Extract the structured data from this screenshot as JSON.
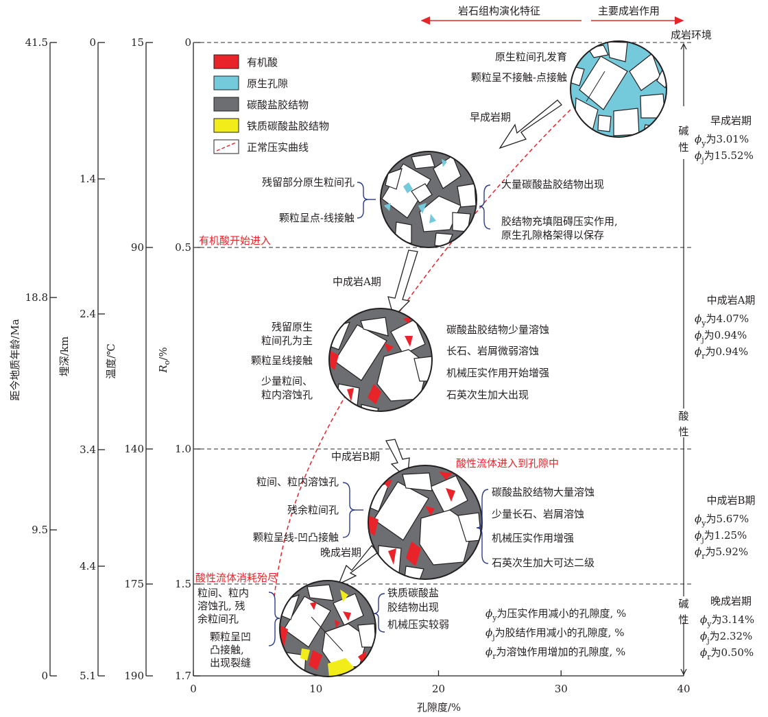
{
  "colors": {
    "organic_acid": "#e8232a",
    "primary_pore": "#74cadb",
    "carbonate_cement": "#6d6e71",
    "ferro_carbonate_cement": "#f2ec1b",
    "compaction_curve": "#e8232a",
    "brace": "#2a3a8c"
  },
  "top_header": {
    "left": "岩石组构演化特征",
    "right": "主要成岩作用",
    "env": "成岩环境"
  },
  "axes": {
    "age": {
      "label": "距今地质年龄/Ma",
      "ticks": [
        "41.5",
        "18.8",
        "9.5",
        "0"
      ]
    },
    "depth": {
      "label": "埋深/km",
      "ticks": [
        "0",
        "1.4",
        "2.4",
        "3.4",
        "4.4",
        "5.1"
      ]
    },
    "temp": {
      "label": "温度/℃",
      "ticks": [
        "15",
        "90",
        "140",
        "175",
        "190"
      ]
    },
    "ro": {
      "label_main": "R",
      "label_sub": "o",
      "label_tail": "/%",
      "ticks": [
        "0",
        "0.5",
        "1.0",
        "1.5",
        "1.7"
      ]
    },
    "porosity": {
      "label": "孔隙度/%",
      "ticks": [
        "0",
        "10",
        "20",
        "30",
        "40"
      ]
    }
  },
  "legend": [
    {
      "key": "organic_acid",
      "label": "有机酸"
    },
    {
      "key": "primary_pore",
      "label": "原生孔隙"
    },
    {
      "key": "carbonate_cement",
      "label": "碳酸盐胶结物"
    },
    {
      "key": "ferro_carbonate_cement",
      "label": "铁质碳酸盐胶结物"
    },
    {
      "key": "curve",
      "label": "正常压实曲线"
    }
  ],
  "boundaries": {
    "organic_acid_in": "有机酸开始进入",
    "acid_fluid_in": "酸性流体进入到孔隙中",
    "acid_fluid_consumed": "酸性流体消耗殆尽"
  },
  "stage_arrows": {
    "early": "早成岩期",
    "mid_a": "中成岩A期",
    "mid_b": "中成岩B期",
    "late": "晚成岩期"
  },
  "stage0": {
    "line1": "原生粒间孔发育",
    "line2": "颗粒呈不接触-点接触"
  },
  "stage1": {
    "left": [
      "残留部分原生粒间孔",
      "颗粒呈点-线接触"
    ],
    "right1": "大量碳酸盐胶结物出现",
    "right2": [
      "胶结物充填阻碍压实作用,",
      "原生孔隙格架得以保存"
    ]
  },
  "stage2": {
    "left": [
      "残留原生",
      "粒间孔为主",
      "颗粒呈线接触",
      "少量粒间、",
      "粒内溶蚀孔"
    ],
    "right": [
      "碳酸盐胶结物少量溶蚀",
      "长石、岩屑微弱溶蚀",
      "机械压实作用开始增强",
      "石英次生加大出现"
    ]
  },
  "stage3": {
    "left": [
      "粒间、粒内溶蚀孔",
      "残余粒间孔",
      "颗粒呈线-凹凸接触"
    ],
    "right": [
      "碳酸盐胶结物大量溶蚀",
      "少量长石、岩屑溶蚀",
      "机械压实作用增强",
      "石英次生加大可达二级"
    ]
  },
  "stage4": {
    "left": [
      "粒间、粒内",
      "溶蚀孔, 残",
      "余粒间孔",
      "颗粒呈凹",
      "凸接触,",
      "出现裂缝"
    ],
    "right": [
      "铁质碳酸盐",
      "胶结物出现",
      "机械压实较弱"
    ]
  },
  "notes": [
    {
      "sym": "ϕ",
      "sub": "y",
      "text": "为压实作用减小的孔隙度, %"
    },
    {
      "sym": "ϕ",
      "sub": "j",
      "text": "为胶结作用减小的孔隙度, %"
    },
    {
      "sym": "ϕ",
      "sub": "r",
      "text": "为溶蚀作用增加的孔隙度, %"
    }
  ],
  "env_labels": {
    "alkaline": [
      "碱",
      "性"
    ],
    "acidic": [
      "酸",
      "性"
    ]
  },
  "stage_stats": {
    "early": {
      "name": "早成岩期",
      "rows": [
        {
          "sub": "y",
          "val": "为3.01%"
        },
        {
          "sub": "j",
          "val": "为15.52%"
        }
      ]
    },
    "mid_a": {
      "name": "中成岩A期",
      "rows": [
        {
          "sub": "y",
          "val": "为4.07%"
        },
        {
          "sub": "j",
          "val": "为0.94%"
        },
        {
          "sub": "r",
          "val": "为0.94%"
        }
      ]
    },
    "mid_b": {
      "name": "中成岩B期",
      "rows": [
        {
          "sub": "y",
          "val": "为5.67%"
        },
        {
          "sub": "j",
          "val": "为1.25%"
        },
        {
          "sub": "r",
          "val": "为5.92%"
        }
      ]
    },
    "late": {
      "name": "晚成岩期",
      "rows": [
        {
          "sub": "y",
          "val": "为3.14%"
        },
        {
          "sub": "j",
          "val": "为2.32%"
        },
        {
          "sub": "r",
          "val": "为0.50%"
        }
      ]
    }
  },
  "phi_symbol": "ϕ"
}
